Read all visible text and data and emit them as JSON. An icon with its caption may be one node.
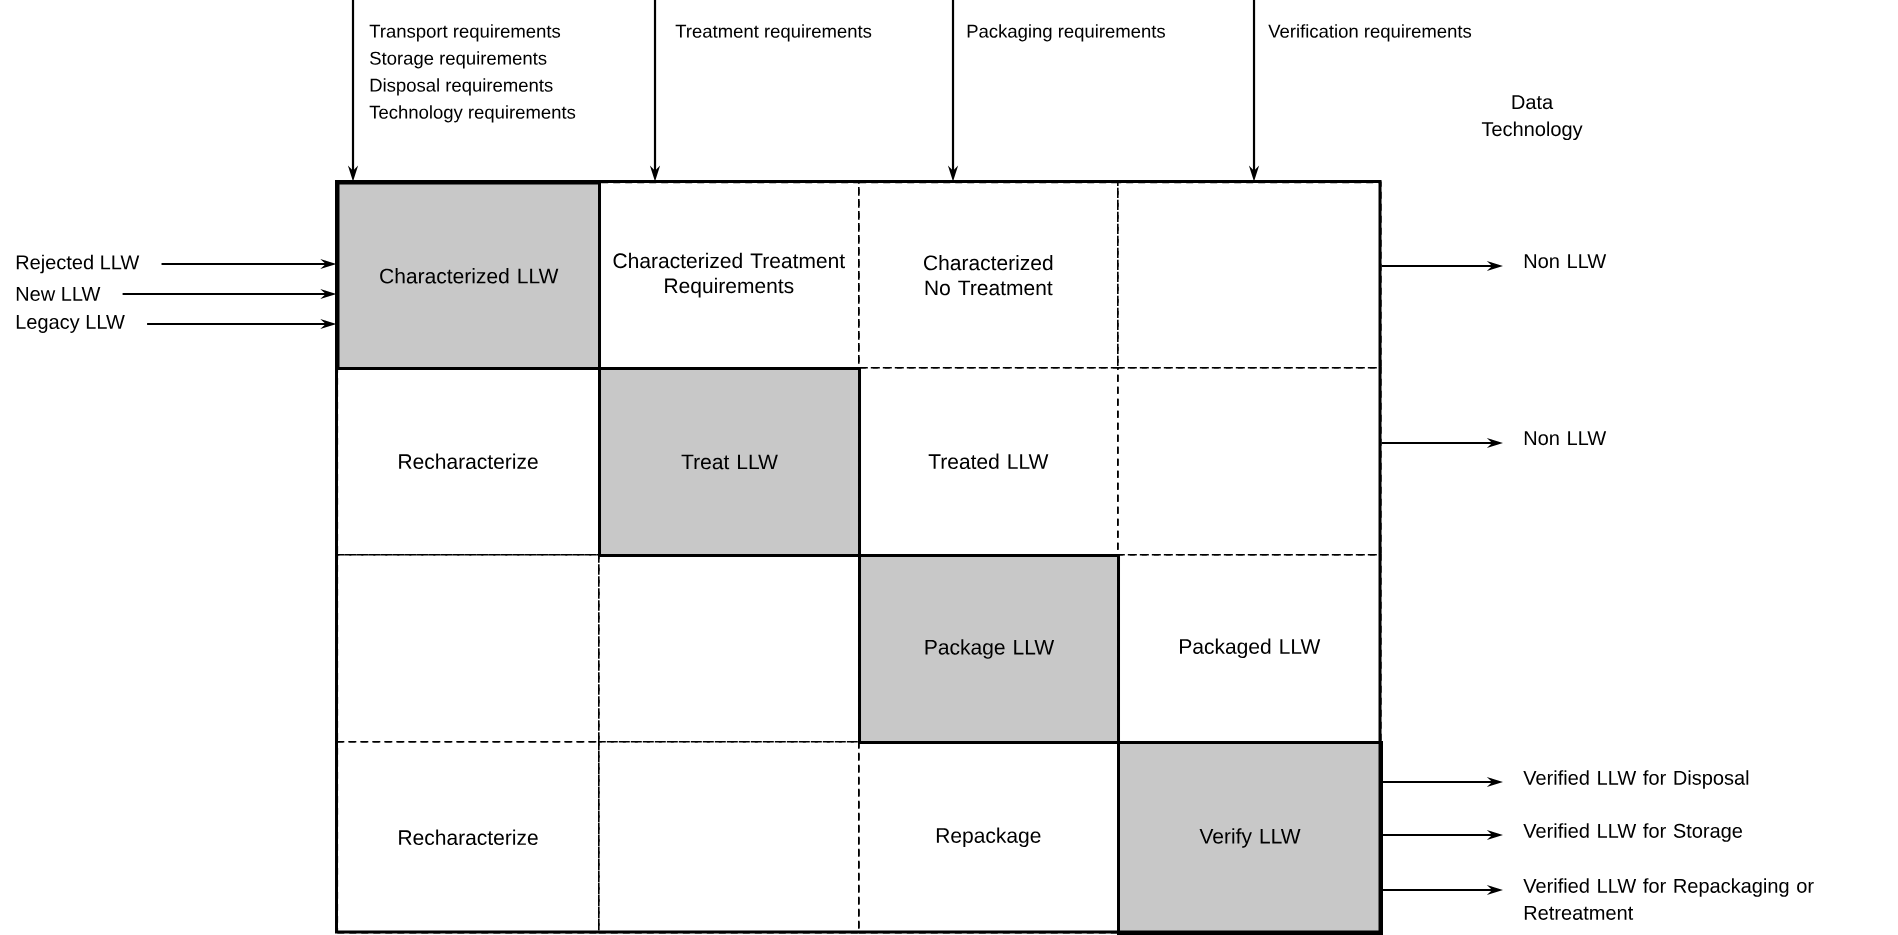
{
  "diagram": {
    "nodes": [
      {
        "text": [
          "Transport requirements",
          "Storage requirements",
          "Disposal requirements",
          "Technology requirements"
        ]
      },
      {
        "text": [
          "Treatment requirements"
        ]
      },
      {
        "text": [
          "Packaging requirements"
        ]
      },
      {
        "text": [
          "Verification requirements"
        ]
      },
      {
        "text": [
          "Rejected LLW"
        ]
      },
      {
        "text": [
          "New LLW"
        ]
      },
      {
        "text": [
          "Legacy LLW"
        ]
      },
      {
        "text": [
          "Characterized LLW"
        ]
      },
      {
        "text": [
          "Characterized Treatment Requirements"
        ]
      },
      {
        "text": [
          "Characterized No Treatment"
        ]
      },
      {
        "text": [],
        "shape": "box"
      },
      {
        "text": [
          "Recharacterize"
        ]
      },
      {
        "text": [
          "Treat LLW"
        ]
      },
      {
        "text": [
          "Treated LLW"
        ]
      },
      {
        "text": [],
        "shape": "box"
      },
      {
        "text": [],
        "shape": "box"
      },
      {
        "text": [],
        "shape": "box"
      },
      {
        "text": [
          "Package LLW"
        ]
      },
      {
        "text": [
          "Packaged LLW"
        ]
      },
      {
        "text": [
          "Recharacterize"
        ]
      },
      {
        "text": [],
        "shape": "box"
      },
      {
        "text": [
          "Repackage"
        ]
      },
      {
        "text": [
          "Verify LLW"
        ]
      },
      {
        "text": [
          "Non LLW"
        ]
      },
      {
        "text": [
          "Non LLW"
        ]
      },
      {
        "text": [
          "Verified LLW for Disposal"
        ]
      },
      {
        "text": [
          "Verified LLW for Storage"
        ]
      },
      {
        "text": [
          "Verified LLW for Repackaging or Retreatment"
        ]
      }
    ],
    "edges": [
      {
        "from": 0,
        "to": 7,
        "arrow": "to"
      },
      {
        "from": 1,
        "to": 8,
        "arrow": "to"
      },
      {
        "from": 2,
        "to": 9,
        "arrow": "to"
      },
      {
        "from": 3,
        "to": 10,
        "arrow": "to"
      },
      {
        "from": 4,
        "to": 7,
        "arrow": "to"
      },
      {
        "from": 5,
        "to": 7,
        "arrow": "to"
      },
      {
        "from": 6,
        "to": 7,
        "arrow": "to"
      },
      {
        "from": 10,
        "to": 23,
        "arrow": "to"
      },
      {
        "from": 14,
        "to": 24,
        "arrow": "to"
      },
      {
        "from": 22,
        "to": 25,
        "arrow": "to"
      },
      {
        "from": 22,
        "to": 26,
        "arrow": "to"
      },
      {
        "from": 22,
        "to": 27,
        "arrow": "to"
      }
    ],
    "labels": [
      "Data Technology"
    ]
  }
}
